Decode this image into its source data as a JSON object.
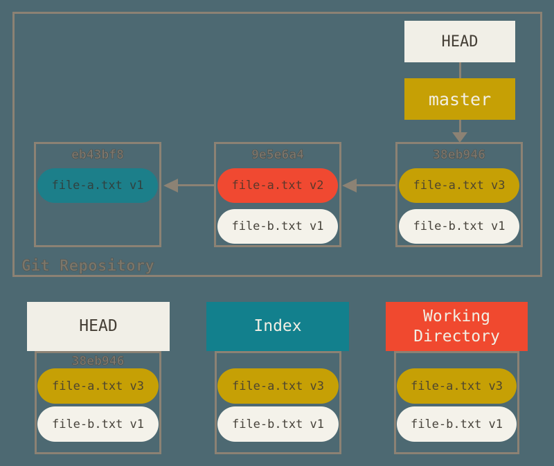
{
  "colors": {
    "background": "#4D6972",
    "border_and_arrows": "#8C8274",
    "cream": "#F1EFE7",
    "gold": "#C6A005",
    "teal": "#12808D",
    "red": "#F0492F",
    "dark_text": "#443E35",
    "light_text": "#F2EFE4"
  },
  "repository": {
    "label": "Git Repository",
    "head": "HEAD",
    "branch": "master",
    "commits": [
      {
        "hash": "eb43bf8",
        "files": [
          {
            "name": "file-a.txt v1",
            "color": "teal"
          }
        ]
      },
      {
        "hash": "9e5e6a4",
        "files": [
          {
            "name": "file-a.txt v2",
            "color": "red"
          },
          {
            "name": "file-b.txt v1",
            "color": "cream"
          }
        ]
      },
      {
        "hash": "38eb946",
        "files": [
          {
            "name": "file-a.txt v3",
            "color": "gold"
          },
          {
            "name": "file-b.txt v1",
            "color": "cream"
          }
        ]
      }
    ]
  },
  "trees": [
    {
      "title": "HEAD",
      "hash": "38eb946",
      "files": [
        {
          "name": "file-a.txt v3",
          "color": "gold"
        },
        {
          "name": "file-b.txt v1",
          "color": "cream"
        }
      ]
    },
    {
      "title": "Index",
      "files": [
        {
          "name": "file-a.txt v3",
          "color": "gold"
        },
        {
          "name": "file-b.txt v1",
          "color": "cream"
        }
      ]
    },
    {
      "title": "Working Directory",
      "files": [
        {
          "name": "file-a.txt v3",
          "color": "gold"
        },
        {
          "name": "file-b.txt v1",
          "color": "cream"
        }
      ]
    }
  ]
}
